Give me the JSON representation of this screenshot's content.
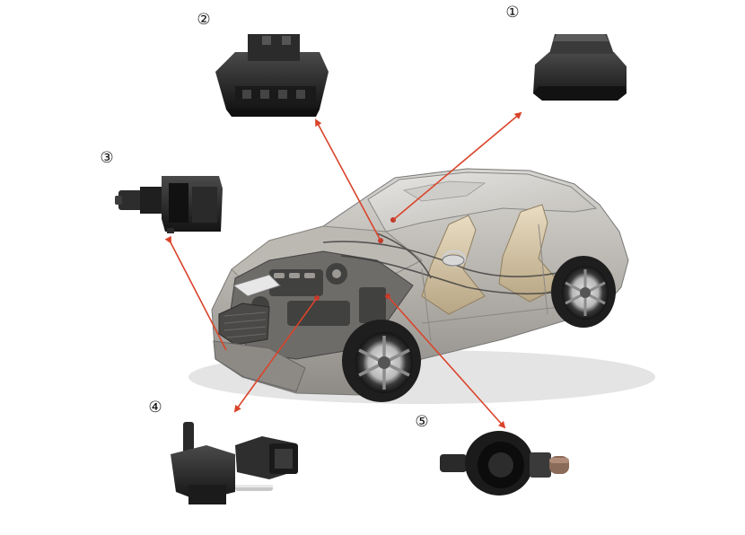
{
  "labels": {
    "part_1": "①",
    "part_2": "②",
    "part_3": "③",
    "part_4": "④",
    "part_5": "⑤"
  },
  "colors": {
    "arrow": "#d9442a",
    "car_body": "#a9a6a0",
    "part_black": "#1c1c1c",
    "background": "#ffffff"
  },
  "items": [
    {
      "id": "part_1",
      "name": "rubber-cap-part"
    },
    {
      "id": "part_2",
      "name": "connector-housing-part"
    },
    {
      "id": "part_3",
      "name": "push-switch-part"
    },
    {
      "id": "part_4",
      "name": "solenoid-valve-part"
    },
    {
      "id": "part_5",
      "name": "sensor-part"
    },
    {
      "id": "car",
      "name": "cutaway-car"
    }
  ]
}
